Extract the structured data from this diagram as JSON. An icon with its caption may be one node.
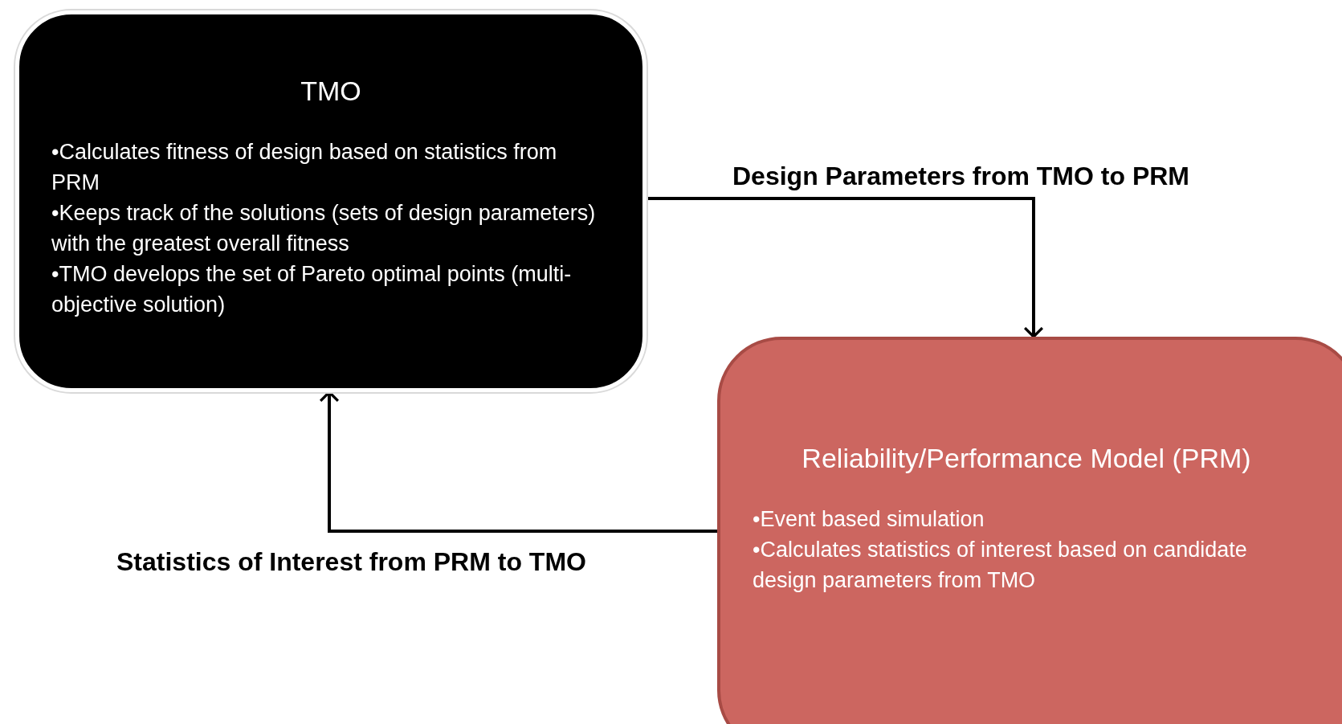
{
  "diagram": {
    "nodes": [
      {
        "text": [
          "TMO",
          "•Calculates fitness of design based on statistics from PRM",
          "•Keeps track of the solutions (sets of design parameters) with the greatest overall fitness",
          "•TMO develops the set of Pareto optimal points (multi-objective solution)"
        ]
      },
      {
        "text": [
          "Reliability/Performance Model (PRM)",
          "•Event based simulation",
          "•Calculates statistics of interest based on candidate design parameters from TMO"
        ]
      }
    ],
    "edges": [
      {
        "from": 0,
        "to": 1,
        "arrow": "to",
        "label": "Design Parameters from TMO to PRM"
      },
      {
        "from": 1,
        "to": 0,
        "arrow": "to",
        "label": "Statistics of Interest from PRM to TMO"
      }
    ]
  }
}
